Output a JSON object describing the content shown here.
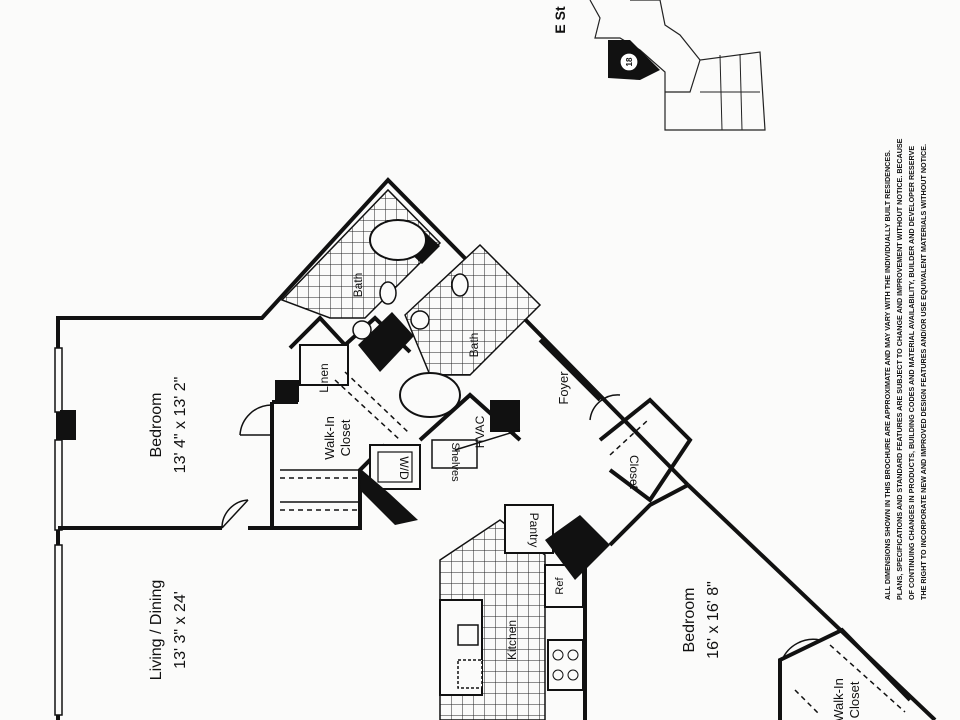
{
  "rooms": {
    "bedroom1_name": "Bedroom",
    "bedroom1_size": "13' 4\" x 13' 2\"",
    "living_name": "Living / Dining",
    "living_size": "13' 3\" x 24'",
    "bedroom2_name": "Bedroom",
    "bedroom2_size": "16' x 16' 8\"",
    "walkin1": "Walk-In",
    "walkin1_b": "Closet",
    "walkin2": "Walk-In",
    "walkin2_b": "Closet",
    "linen": "Linen",
    "bath1": "Bath",
    "bath2": "Bath",
    "wd": "W/D",
    "shelves": "Shelves",
    "hvac": "HVAC",
    "foyer": "Foyer",
    "closet": "Closet",
    "pantry": "Pantry",
    "kitchen": "Kitchen",
    "ref": "Ref"
  },
  "keyplan": {
    "street": "E St",
    "unit_number": "18"
  },
  "disclaimer": {
    "line1": "ALL DIMENSIONS SHOWN IN THIS BROCHURE ARE APPROXIMATE AND MAY VARY WITH THE INDIVIDUALLY BUILT RESIDENCES.",
    "line2": "PLANS, SPECIFICATIONS AND STANDARD FEATURES ARE SUBJECT TO CHANGE AND IMPROVEMENT WITHOUT NOTICE. BECAUSE",
    "line3": "OF CONTINUING CHANGES IN PRODUCTS, BUILDING CODES AND MATERIAL AVAILABILITY, BUILDER AND DEVELOPER RESERVE",
    "line4": "THE RIGHT TO INCORPORATE NEW AND IMPROVED DESIGN FEATURES AND/OR USE EQUIVALENT MATERIALS WITHOUT NOTICE."
  }
}
